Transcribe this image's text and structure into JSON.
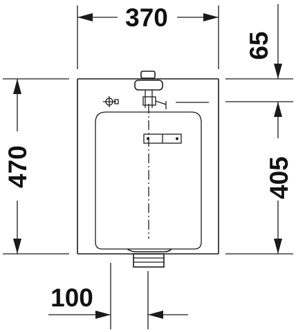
{
  "dimensions": {
    "top_width": "370",
    "top_offset": "65",
    "left_height": "470",
    "right_height": "405",
    "bottom_offset": "100"
  }
}
